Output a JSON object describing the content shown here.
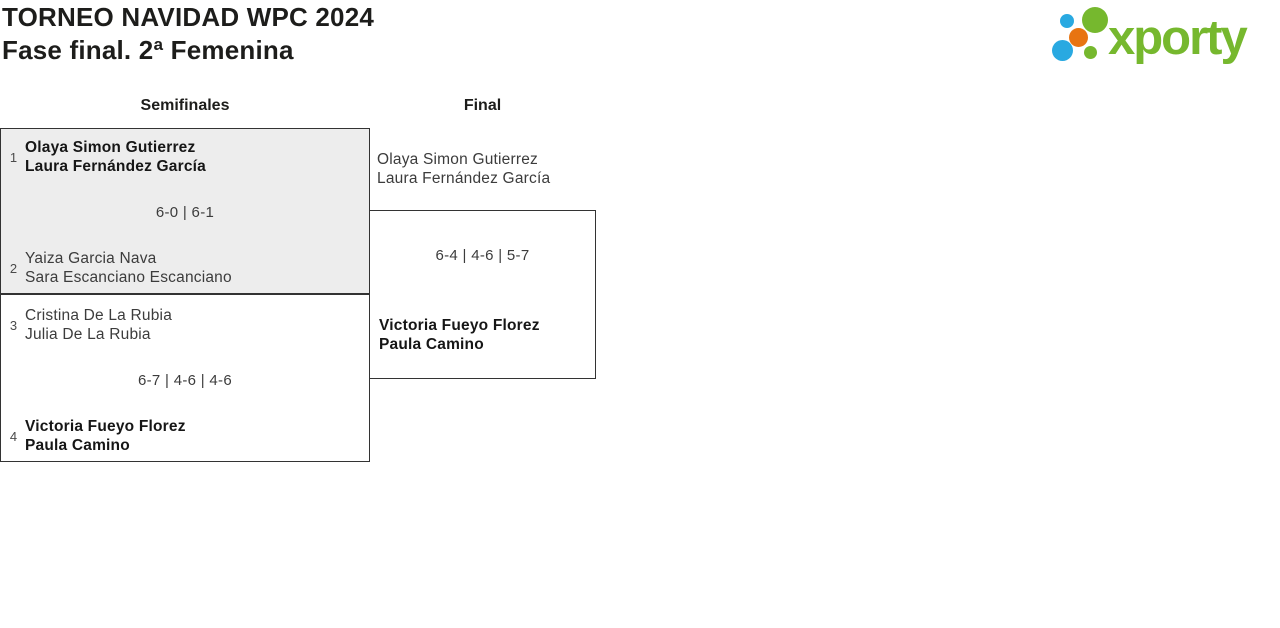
{
  "header": {
    "title_line1": "TORNEO NAVIDAD WPC 2024",
    "title_line2": "Fase final. 2ª Femenina"
  },
  "logo": {
    "text": "xporty",
    "colors": {
      "green": "#76b82e",
      "blue": "#29a9e1",
      "orange": "#e87411"
    }
  },
  "bracket": {
    "columns": [
      {
        "label": "Semifinales"
      },
      {
        "label": "Final"
      }
    ],
    "semifinals": [
      {
        "highlighted": true,
        "highlight_color": "#ededed",
        "score": "6-0 | 6-1",
        "teams": [
          {
            "seed": "1",
            "players": [
              "Olaya Simon Gutierrez",
              "Laura Fernández García"
            ],
            "winner": true
          },
          {
            "seed": "2",
            "players": [
              "Yaiza Garcia Nava",
              "Sara Escanciano Escanciano"
            ],
            "winner": false
          }
        ]
      },
      {
        "highlighted": false,
        "score": "6-7 | 4-6 | 4-6",
        "teams": [
          {
            "seed": "3",
            "players": [
              "Cristina De La Rubia",
              "Julia De La Rubia"
            ],
            "winner": false
          },
          {
            "seed": "4",
            "players": [
              "Victoria Fueyo Florez",
              "Paula Camino"
            ],
            "winner": true
          }
        ]
      }
    ],
    "final": {
      "score": "6-4 | 4-6 | 5-7",
      "teams": [
        {
          "players": [
            "Olaya Simon Gutierrez",
            "Laura Fernández García"
          ],
          "winner": false
        },
        {
          "players": [
            "Victoria Fueyo Florez",
            "Paula Camino"
          ],
          "winner": true
        }
      ]
    }
  }
}
